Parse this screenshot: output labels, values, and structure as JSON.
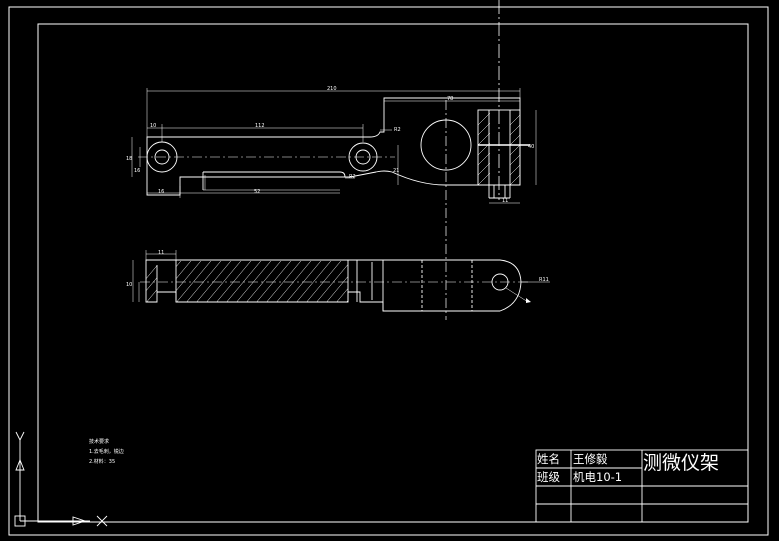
{
  "drawing": {
    "dimensions": {
      "overall_length": "210",
      "right_width": "78",
      "hole_spacing": "112",
      "left_offset": "10",
      "slot_length": "52",
      "left_bottom": "16",
      "height_left": "18",
      "height_left_inner": "16",
      "height_mid": "21",
      "right_height": "40",
      "right_bottom": "11",
      "radius_top": "R2",
      "radius_bottom": "R2",
      "side_top": "11",
      "side_height": "10",
      "radius_end": "R11"
    },
    "notes": {
      "heading": "技术要求",
      "line1": "1.去毛刺，锐边",
      "line2": "2.材料：35"
    },
    "title_block": {
      "name_label": "姓名",
      "name_value": "王修毅",
      "class_label": "班级",
      "class_value": "机电10-1",
      "title": "测微仪架"
    }
  }
}
